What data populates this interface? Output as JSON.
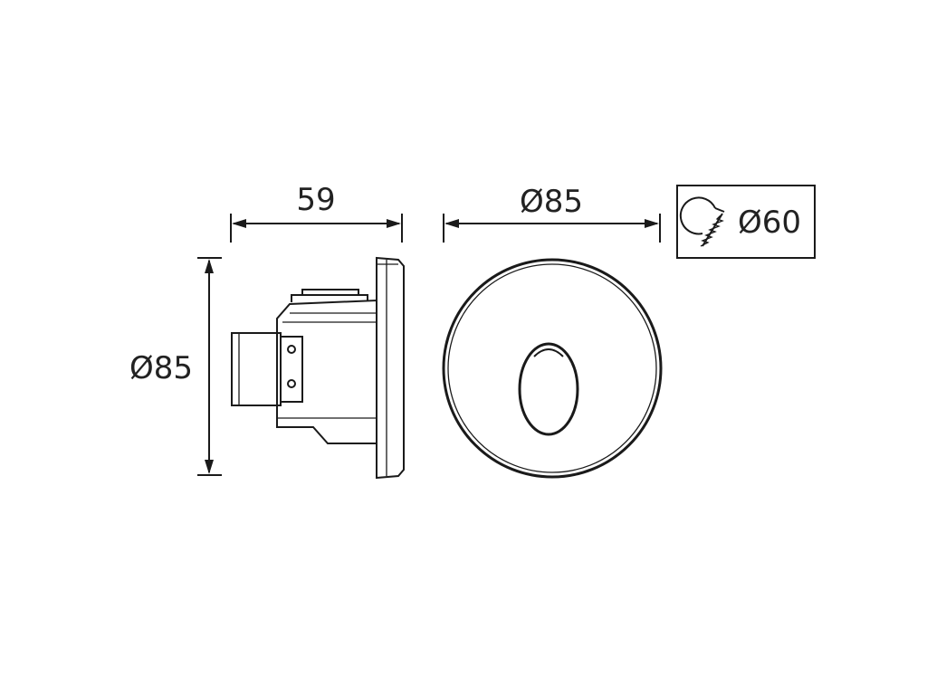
{
  "dimensions": {
    "depth": "59",
    "front_diameter": "Ø85",
    "side_height": "Ø85",
    "cutout_diameter": "Ø60"
  },
  "icons": {
    "cutout": "hole-saw-icon"
  },
  "colors": {
    "line": "#1a1a1a",
    "background": "#ffffff"
  }
}
